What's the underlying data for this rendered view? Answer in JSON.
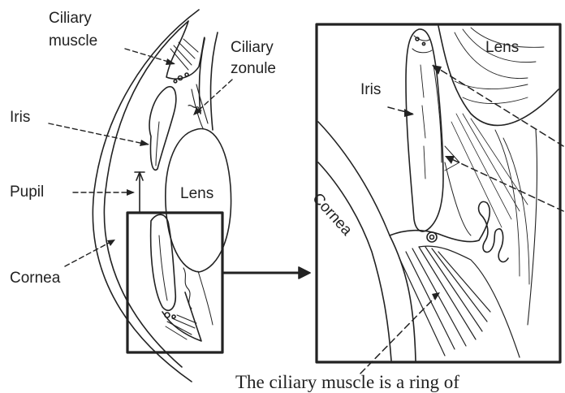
{
  "labels": {
    "ciliary_muscle_line1": "Ciliary",
    "ciliary_muscle_line2": "muscle",
    "ciliary_zonule_line1": "Ciliary",
    "ciliary_zonule_line2": "zonule",
    "iris": "Iris",
    "pupil": "Pupil",
    "lens": "Lens",
    "cornea": "Cornea",
    "inset_lens": "Lens",
    "inset_iris": "Iris",
    "inset_cornea": "Cornea"
  },
  "caption": "The ciliary muscle is a ring of",
  "colors": {
    "ink": "#222222",
    "paper": "#ffffff"
  }
}
